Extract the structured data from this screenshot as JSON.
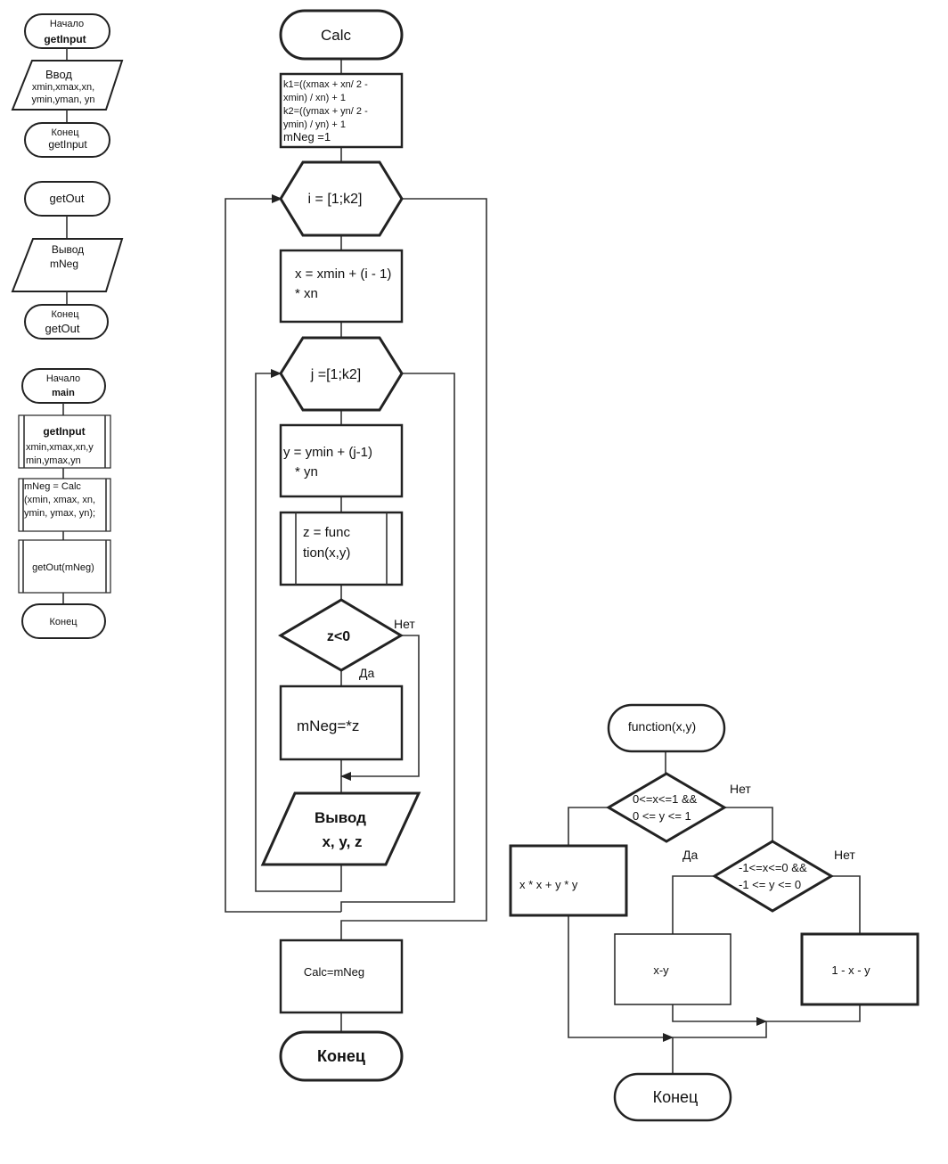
{
  "left_getinput": {
    "start_l1": "Начало",
    "start_l2": "getInput",
    "input_l1": "Ввод",
    "input_l2": "xmin,xmax,xn,",
    "input_l3": "ymin,yman, yn",
    "end_l1": "Конец",
    "end_l2": "getInput"
  },
  "left_getout": {
    "start": "getOut",
    "output_l1": "Вывод",
    "output_l2": "mNeg",
    "end_l1": "Конец",
    "end_l2": "getOut"
  },
  "left_main": {
    "start_l1": "Начало",
    "start_l2": "main",
    "call1_l1": "getInput",
    "call1_l2": "xmin,xmax,xn,y",
    "call1_l3": "min,ymax,yn",
    "call2_l1": "mNeg = Calc",
    "call2_l2": "(xmin, xmax, xn,",
    "call2_l3": "ymin, ymax, yn);",
    "call3": "getOut(mNeg)",
    "end": "Конец"
  },
  "calc": {
    "start": "Calc",
    "init_l1": "k1=((xmax + xn/ 2 -",
    "init_l2": "xmin) / xn) + 1",
    "init_l3": "k2=((ymax + yn/ 2 -",
    "init_l4": "ymin) / yn) + 1",
    "init_l5": "mNeg =1",
    "loop_i": "i = [1;k2]",
    "x_l1": "x = xmin + (i - 1)",
    "x_l2": "* xn",
    "loop_j": "j =[1;k2]",
    "y_l1": "y = ymin + (j-1)",
    "y_l2": "* yn",
    "z_l1": "z = func",
    "z_l2": "tion(x,y)",
    "cond": "z<0",
    "no": "Нет",
    "yes": "Да",
    "assign": "mNeg=*z",
    "output_l1": "Вывод",
    "output_l2": "x, y, z",
    "result": "Calc=mNeg",
    "end": "Конец"
  },
  "func": {
    "start": "function(x,y)",
    "cond1_l1": "0<=x<=1 &&",
    "cond1_l2": "0 <= y <= 1",
    "no1": "Нет",
    "yes1": "Да",
    "cond2_l1": "-1<=x<=0 &&",
    "cond2_l2": "-1 <= y <= 0",
    "no2": "Нет",
    "ret1": "x * x + y * y",
    "ret2": "x-y",
    "ret3": "1 - x - y",
    "end": "Конец"
  }
}
